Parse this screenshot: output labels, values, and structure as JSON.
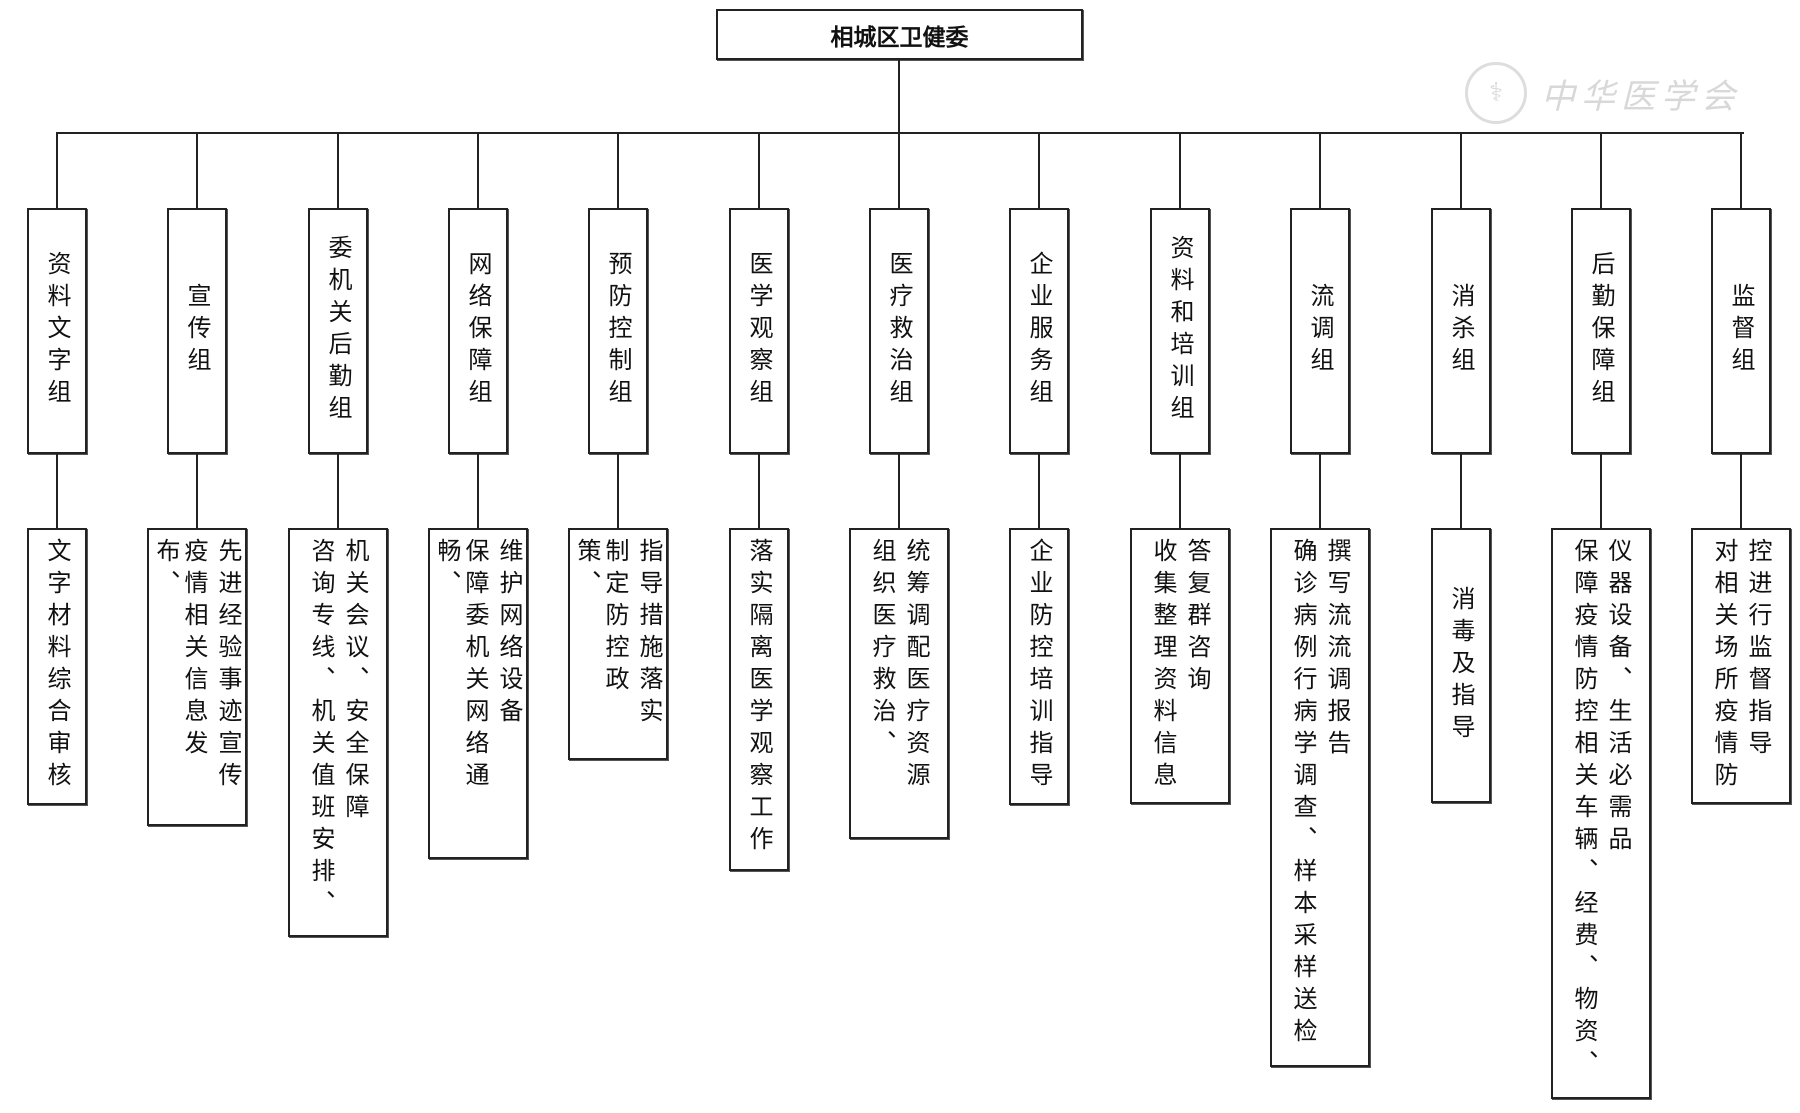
{
  "root": {
    "title": "相城区卫健委"
  },
  "watermark": {
    "text": "中华医学会",
    "icon": "society-seal-icon"
  },
  "groups": [
    {
      "name": "资料文字组",
      "duties": [
        "文字材料综合审核"
      ]
    },
    {
      "name": "宣传组",
      "duties": [
        "先进经验事迹宣传",
        "疫情相关信息发布、"
      ]
    },
    {
      "name": "委机关后勤组",
      "duties": [
        "机关会议、安全保障",
        "咨询专线、机关值班安排、"
      ]
    },
    {
      "name": "网络保障组",
      "duties": [
        "维护网络设备",
        "保障委机关网络通畅、"
      ]
    },
    {
      "name": "预防控制组",
      "duties": [
        "指导措施落实",
        "制定防控政策、"
      ]
    },
    {
      "name": "医学观察组",
      "duties": [
        "落实隔离医学观察工作"
      ]
    },
    {
      "name": "医疗救治组",
      "duties": [
        "统筹调配医疗资源",
        "组织医疗救治、"
      ]
    },
    {
      "name": "企业服务组",
      "duties": [
        "企业防控培训指导"
      ]
    },
    {
      "name": "资料和培训组",
      "duties": [
        "答复群咨询",
        "收集整理资料信息"
      ]
    },
    {
      "name": "流调组",
      "duties": [
        "撰写流流调报告",
        "确诊病例行病学调查、样本采样送检"
      ]
    },
    {
      "name": "消杀组",
      "duties": [
        "消毒及指导"
      ]
    },
    {
      "name": "后勤保障组",
      "duties": [
        "仪器设备、生活必需品",
        "保障疫情防控相关车辆、经费、物资、"
      ]
    },
    {
      "name": "监督组",
      "duties": [
        "控进行监督指导",
        "对相关场所疫情防"
      ]
    }
  ]
}
